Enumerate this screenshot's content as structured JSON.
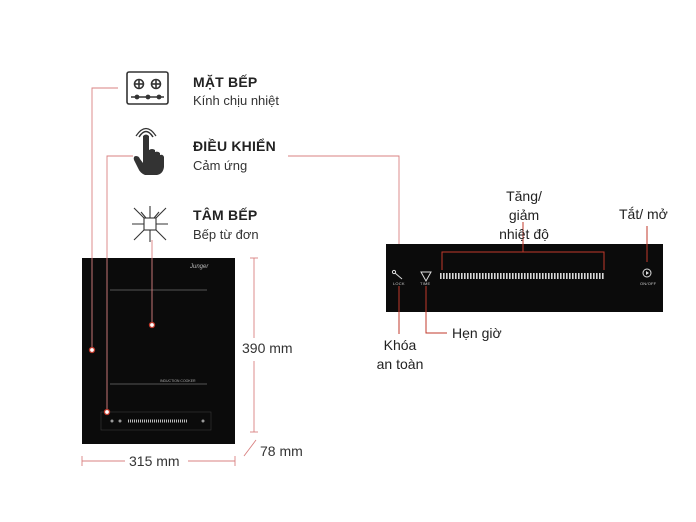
{
  "features": [
    {
      "icon": "stove-top-icon",
      "title": "MẶT BẾP",
      "subtitle": "Kính chịu nhiệt"
    },
    {
      "icon": "touch-hand-icon",
      "title": "ĐIỀU KHIỂN",
      "subtitle": "Cảm ứng"
    },
    {
      "icon": "heating-zone-icon",
      "title": "TÂM BẾP",
      "subtitle": "Bếp từ đơn"
    }
  ],
  "cooktop": {
    "brand": "Junger",
    "model_text": "INDUCTION COOKER"
  },
  "dimensions": {
    "height": "390 mm",
    "width": "315 mm",
    "depth": "78 mm"
  },
  "panel": {
    "lock_caption": "LOCK",
    "timer_caption": "TIME",
    "power_caption": "ON/OFF"
  },
  "callouts": {
    "adjust_line1": "Tăng/ giảm",
    "adjust_line2": "nhiệt độ",
    "power": "Tắt/ mở",
    "lock_line1": "Khóa",
    "lock_line2": "an toàn",
    "timer": "Hẹn giờ"
  },
  "colors": {
    "accent": "#c0392b",
    "device": "#0b0b0b"
  }
}
